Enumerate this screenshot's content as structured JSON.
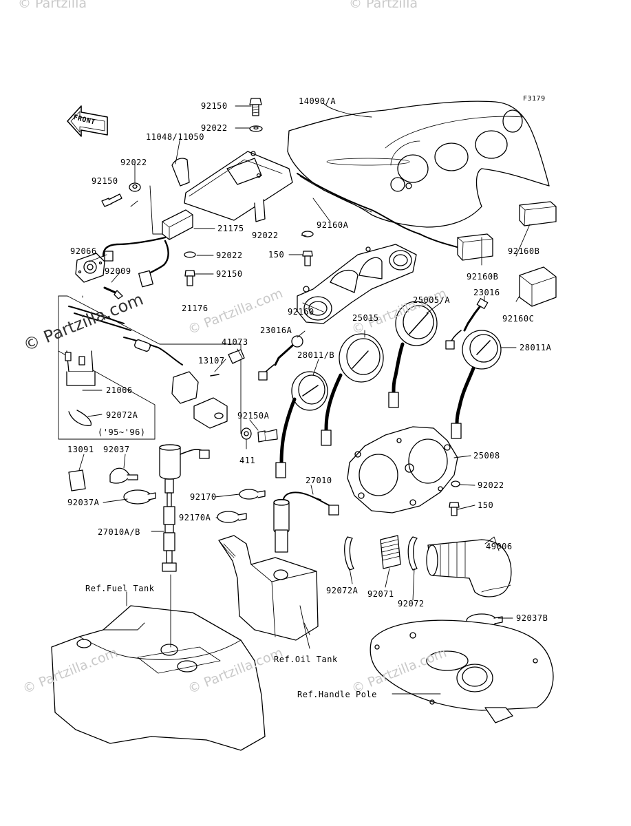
{
  "figure": {
    "code": "F3179",
    "front_label": "FRONT"
  },
  "watermark": "© Partzilla.com",
  "watermarks": [
    "© Partzilla",
    "© Partzilla",
    "© Partzilla.com",
    "© Partzilla.com",
    "© Partzilla.com",
    "© Partzilla.com",
    "© Partzilla.com",
    "© Partzilla.com"
  ],
  "part_labels": [
    "92150",
    "92022",
    "11048/11050",
    "92022",
    "92150",
    "14090/A",
    "21175",
    "92066",
    "92022",
    "92009",
    "92150",
    "92022",
    "92160A",
    "150",
    "92160B",
    "92160B",
    "25005/A",
    "23016",
    "92160",
    "92160C",
    "21176",
    "23016A",
    "25015",
    "28011/B",
    "28011A",
    "41073",
    "13107",
    "21066",
    "92072A",
    "('95~'96)",
    "92150A",
    "411",
    "25008",
    "13091",
    "92037",
    "27010",
    "92022",
    "92037A",
    "92170",
    "150",
    "92170A",
    "27010A/B",
    "49006",
    "92072A",
    "92071",
    "92072",
    "92037B"
  ],
  "references": [
    "Ref.Fuel Tank",
    "Ref.Oil Tank",
    "Ref.Handle Pole"
  ]
}
